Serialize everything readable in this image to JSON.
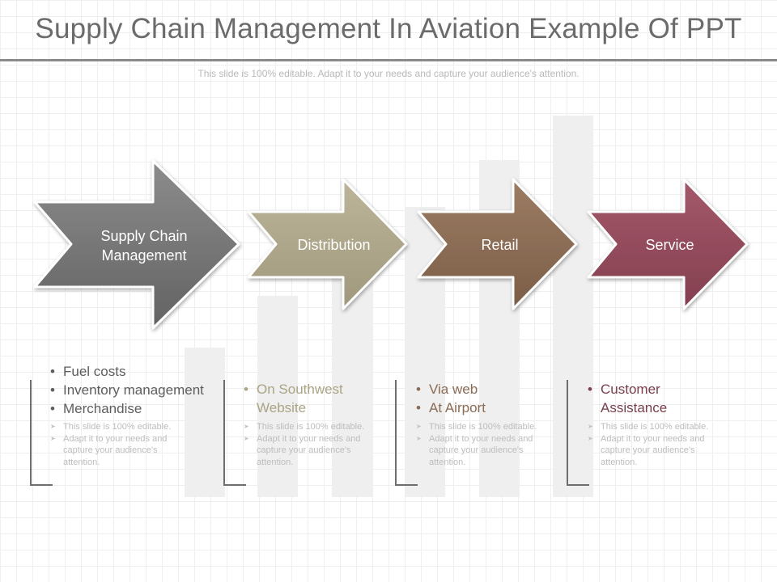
{
  "title": "Supply Chain Management In Aviation Example Of PPT",
  "subtitle": "This slide is 100% editable. Adapt it to your needs and capture your audience's attention.",
  "colors": {
    "step1": "#757575",
    "step2": "#ada68a",
    "step3": "#8c6d55",
    "step4": "#934b5b",
    "step4_text": "#7a3e4c"
  },
  "steps": [
    {
      "label": "Supply Chain Management",
      "bullets": [
        "Fuel costs",
        "Inventory management",
        "Merchandise"
      ],
      "notes": [
        "This slide is 100% editable.",
        "Adapt it to your needs and capture your audience's attention."
      ]
    },
    {
      "label": "Distribution",
      "bullets": [
        "On Southwest Website"
      ],
      "notes": [
        "This slide is 100% editable.",
        "Adapt it to your needs and capture your audience's attention."
      ]
    },
    {
      "label": "Retail",
      "bullets": [
        "Via web",
        "At Airport"
      ],
      "notes": [
        "This slide is 100% editable.",
        "Adapt it to your needs and capture your audience's attention."
      ]
    },
    {
      "label": "Service",
      "bullets": [
        "Customer Assistance"
      ],
      "notes": [
        "This slide is 100% editable.",
        "Adapt it to your needs and capture your audience's attention."
      ]
    }
  ]
}
